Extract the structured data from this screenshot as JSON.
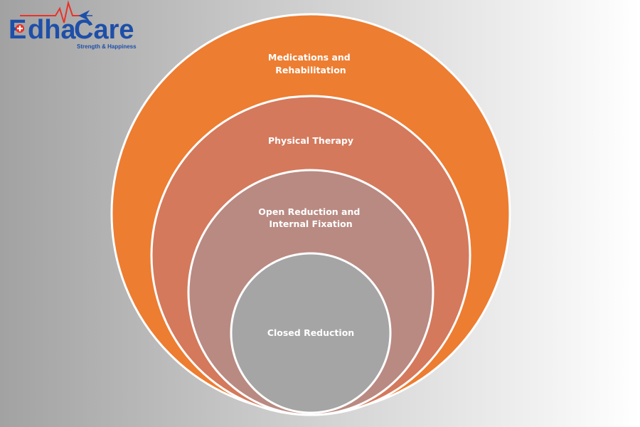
{
  "brand": {
    "logo_text": "EdhaCare",
    "tagline": "Strength & Happiness",
    "colors": {
      "primary": "#1e4fa8",
      "accent": "#e8332a"
    }
  },
  "diagram": {
    "type": "nested-circles",
    "levels": [
      {
        "lines": [
          "Medications and",
          "Rehabilitation"
        ],
        "color": "#ed7d31"
      },
      {
        "lines": [
          "Physical Therapy"
        ],
        "color": "#d4795c"
      },
      {
        "lines": [
          "Open Reduction and",
          "Internal Fixation"
        ],
        "color": "#b98a82"
      },
      {
        "lines": [
          "Closed Reduction"
        ],
        "color": "#a5a5a5"
      }
    ]
  }
}
